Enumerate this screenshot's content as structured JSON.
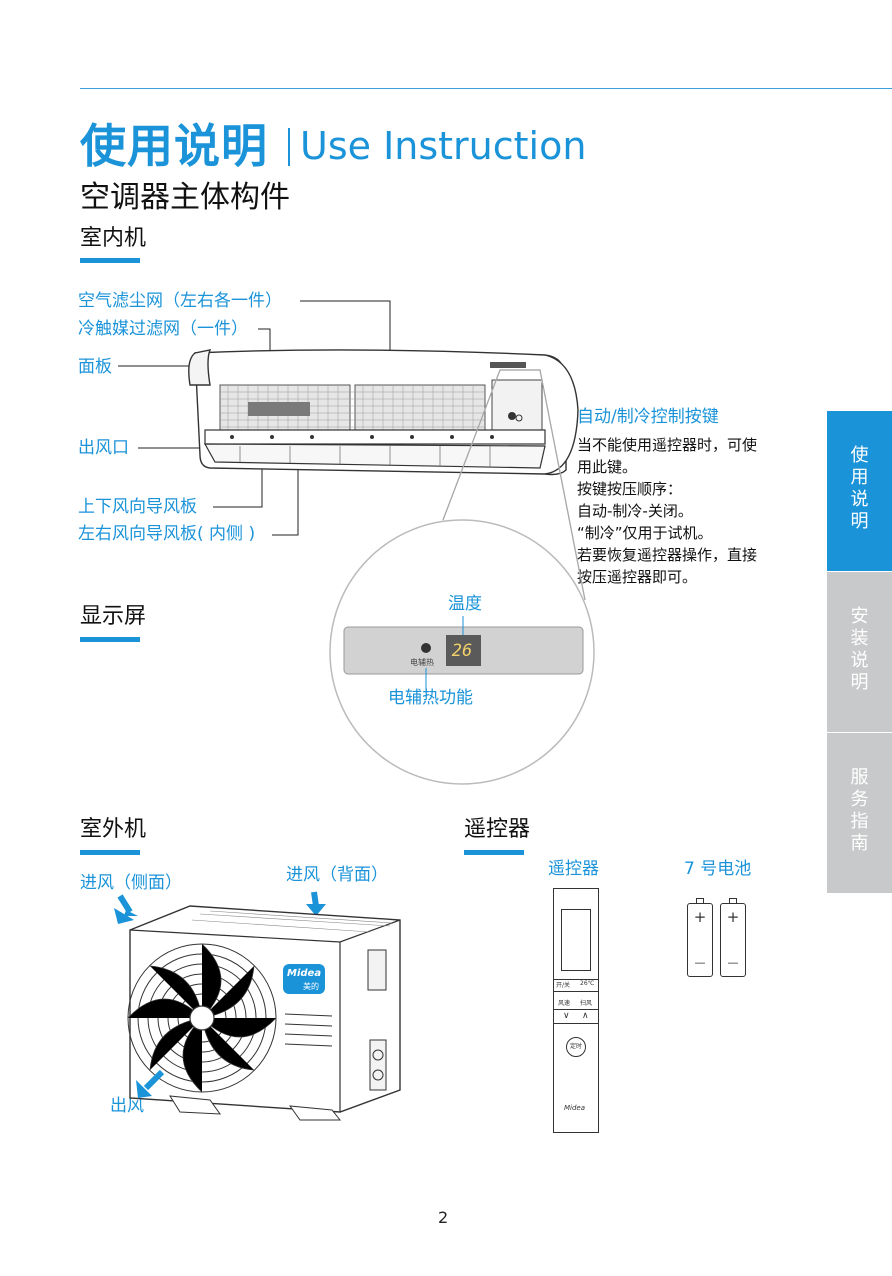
{
  "header": {
    "title_cn": "使用说明",
    "title_en": "Use Instruction",
    "subtitle": "空调器主体构件"
  },
  "indoor": {
    "heading": "室内机",
    "labels": {
      "air_filter": "空气滤尘网（左右各一件）",
      "cold_catalyst_filter": "冷触媒过滤网（一件）",
      "panel": "面板",
      "air_outlet": "出风口",
      "vertical_louver": "上下风向导风板",
      "horizontal_louver": "左右风向导风板( 内侧 )",
      "auto_cool_button": "自动/制冷控制按键"
    },
    "button_desc": [
      "当不能使用遥控器时，可使",
      "用此键。",
      "按键按压顺序：",
      "自动-制冷-关闭。",
      "“制冷”仅用于试机。",
      "若要恢复遥控器操作，直接",
      "按压遥控器即可。"
    ]
  },
  "display": {
    "heading": "显示屏",
    "temperature_label": "温度",
    "temperature_value": "26",
    "heater_small_label": "电辅热",
    "heater_label": "电辅热功能"
  },
  "outdoor": {
    "heading": "室外机",
    "inlet_side": "进风（侧面）",
    "inlet_back": "进风（背面）",
    "outlet": "出风",
    "brand_en": "Midea",
    "brand_cn": "美的"
  },
  "remote": {
    "heading": "遥控器",
    "remote_label": "遥控器",
    "battery_label": "7 号电池",
    "buttons": {
      "power": "开/关",
      "temp": "26℃",
      "fan": "风速",
      "swing": "扫风",
      "timer": "定时"
    },
    "brand": "Midea",
    "battery_plus": "+",
    "battery_minus": "—"
  },
  "side_tabs": [
    {
      "label": "使用说明",
      "active": true
    },
    {
      "label": "安装说明",
      "active": false
    },
    {
      "label": "服务指南",
      "active": false
    }
  ],
  "colors": {
    "accent": "#1a93d9",
    "tab_inactive": "#c8c9ca"
  },
  "page_number": "2"
}
